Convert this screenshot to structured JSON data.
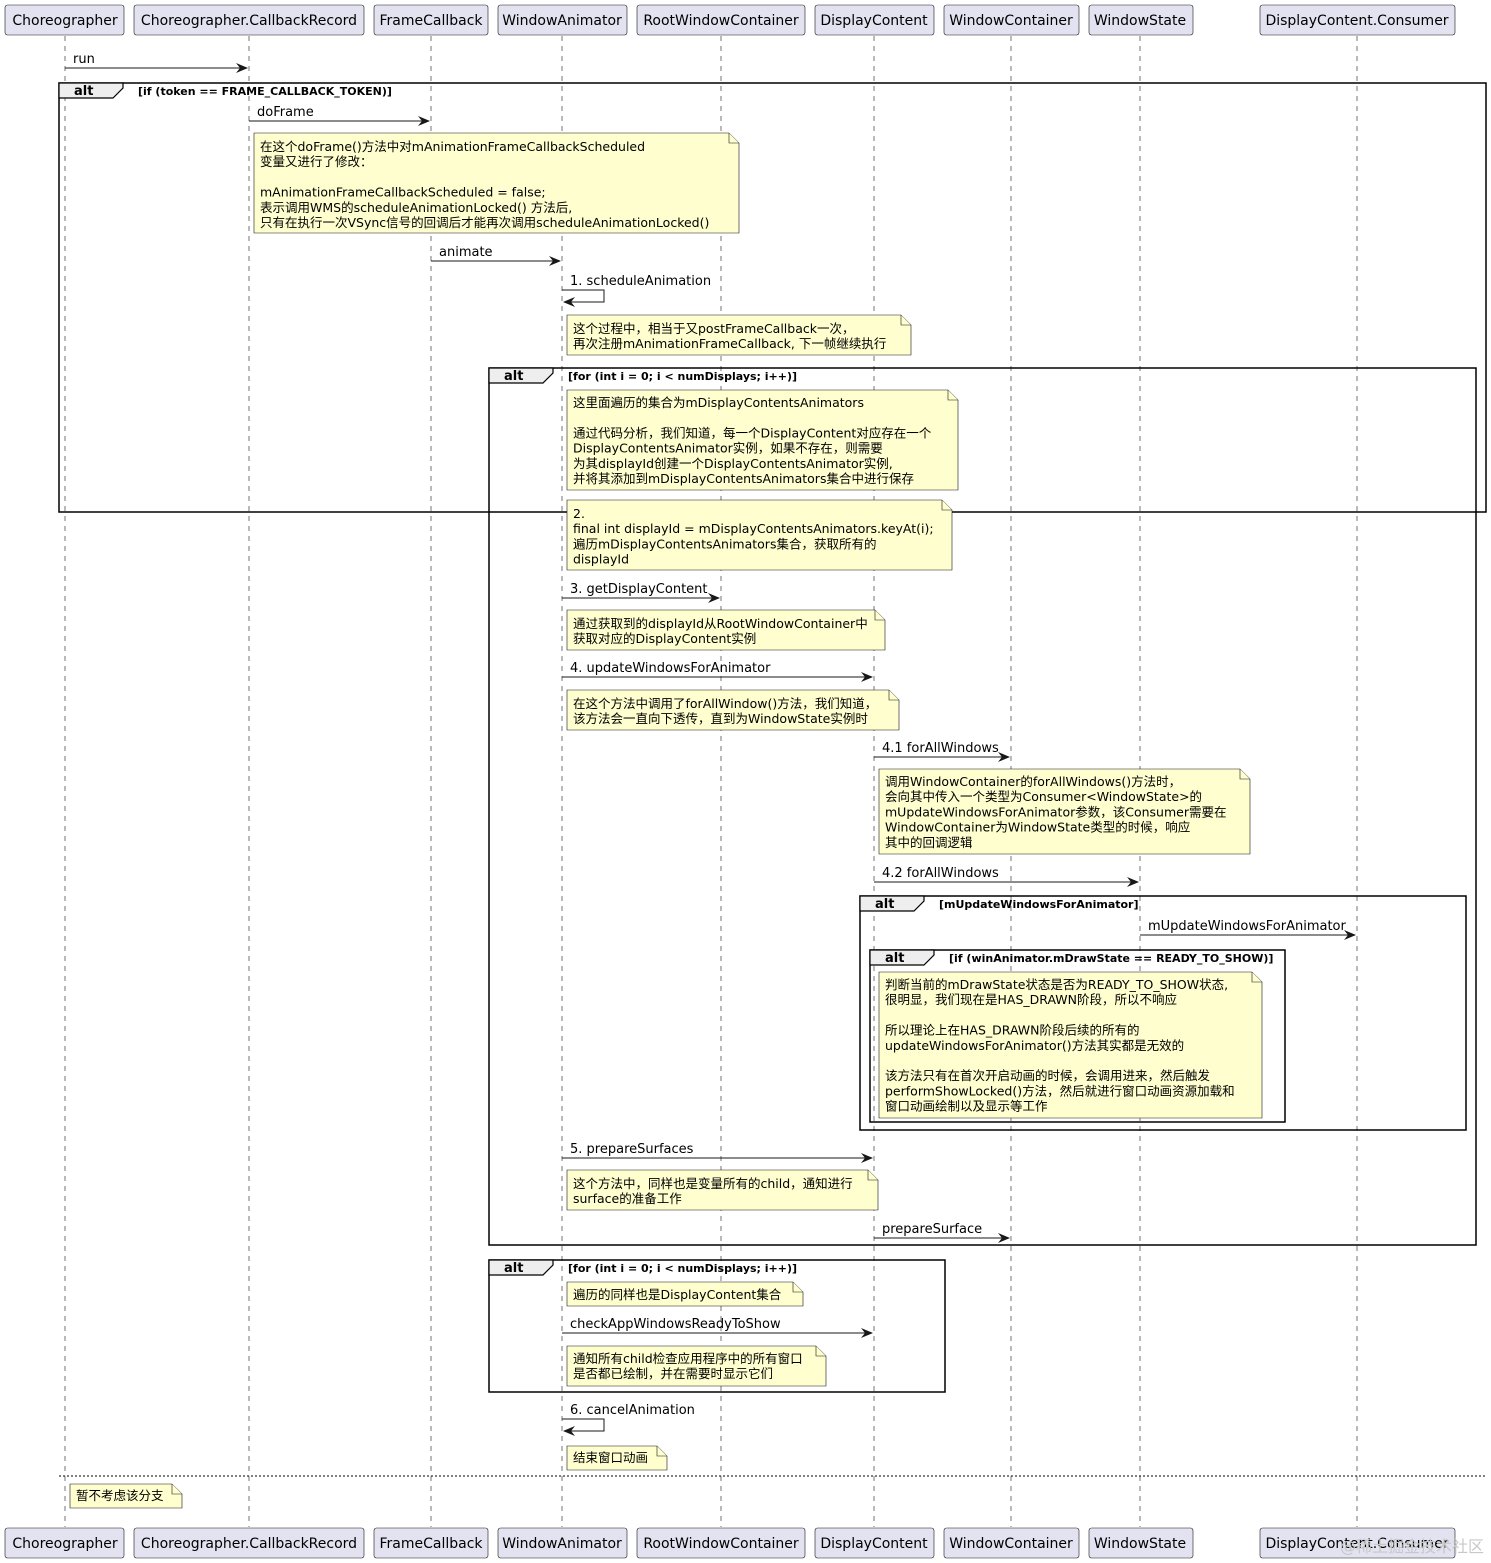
{
  "participants": [
    "Choreographer",
    "Choreographer.CallbackRecord",
    "FrameCallback",
    "WindowAnimator",
    "RootWindowContainer",
    "DisplayContent",
    "WindowContainer",
    "WindowState",
    "DisplayContent.Consumer"
  ],
  "fragments": [
    {
      "keyword": "alt",
      "guard": "[if (token == FRAME_CALLBACK_TOKEN)]"
    },
    {
      "keyword": "alt",
      "guard": "[for (int i = 0; i < numDisplays; i++)]"
    },
    {
      "keyword": "alt",
      "guard": "[mUpdateWindowsForAnimator]"
    },
    {
      "keyword": "alt",
      "guard": "[if (winAnimator.mDrawState == READY_TO_SHOW)]"
    },
    {
      "keyword": "alt",
      "guard": "[for (int i = 0; i < numDisplays; i++)]"
    }
  ],
  "messages": [
    "run",
    "doFrame",
    "animate",
    "1. scheduleAnimation",
    "3. getDisplayContent",
    "4. updateWindowsForAnimator",
    "4.1 forAllWindows",
    "4.2 forAllWindows",
    "mUpdateWindowsForAnimator",
    "5. prepareSurfaces",
    "prepareSurface",
    "checkAppWindowsReadyToShow",
    "6. cancelAnimation"
  ],
  "notes": [
    [
      "在这个doFrame()方法中对mAnimationFrameCallbackScheduled",
      "变量又进行了修改：",
      "",
      "mAnimationFrameCallbackScheduled = false;",
      "表示调用WMS的scheduleAnimationLocked() 方法后,",
      "只有在执行一次VSync信号的回调后才能再次调用scheduleAnimationLocked()"
    ],
    [
      "这个过程中，相当于又postFrameCallback一次，",
      "再次注册mAnimationFrameCallback, 下一帧继续执行"
    ],
    [
      "这里面遍历的集合为mDisplayContentsAnimators",
      "",
      "通过代码分析，我们知道，每一个DisplayContent对应存在一个",
      "DisplayContentsAnimator实例，如果不存在，则需要",
      "为其displayId创建一个DisplayContentsAnimator实例,",
      "并将其添加到mDisplayContentsAnimators集合中进行保存"
    ],
    [
      "2.",
      "final int displayId = mDisplayContentsAnimators.keyAt(i);",
      "遍历mDisplayContentsAnimators集合，获取所有的",
      "displayId"
    ],
    [
      "通过获取到的displayId从RootWindowContainer中",
      "获取对应的DisplayContent实例"
    ],
    [
      "在这个方法中调用了forAllWindow()方法，我们知道，",
      "该方法会一直向下透传，直到为WindowState实例时"
    ],
    [
      "调用WindowContainer的forAllWindows()方法时，",
      "会向其中传入一个类型为Consumer<WindowState>的",
      "mUpdateWindowsForAnimator参数，该Consumer需要在",
      "WindowContainer为WindowState类型的时候，响应",
      "其中的回调逻辑"
    ],
    [
      "判断当前的mDrawState状态是否为READY_TO_SHOW状态,",
      "很明显，我们现在是HAS_DRAWN阶段，所以不响应",
      "",
      "所以理论上在HAS_DRAWN阶段后续的所有的",
      "updateWindowsForAnimator()方法其实都是无效的",
      "",
      "该方法只有在首次开启动画的时候，会调用进来，然后触发",
      "performShowLocked()方法，然后就进行窗口动画资源加载和",
      "窗口动画绘制以及显示等工作"
    ],
    [
      "这个方法中，同样也是变量所有的child，通知进行",
      "surface的准备工作"
    ],
    [
      "遍历的同样也是DisplayContent集合"
    ],
    [
      "通知所有child检查应用程序中的所有窗口",
      "是否都已绘制，并在需要时显示它们"
    ],
    [
      "结束窗口动画"
    ],
    [
      "暂不考虑该分支"
    ]
  ],
  "watermark": "@稀土掘金技术社区"
}
